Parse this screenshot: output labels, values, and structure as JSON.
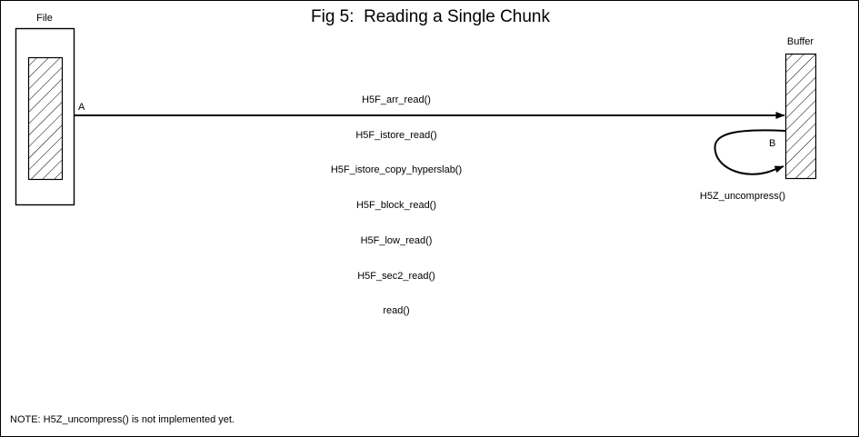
{
  "figure": {
    "title": "Fig 5:  Reading a Single Chunk",
    "note": "NOTE: H5Z_uncompress() is not implemented yet.",
    "background_color": "#ffffff",
    "line_color": "#000000"
  },
  "file_box": {
    "label": "File"
  },
  "buffer_box": {
    "label": "Buffer"
  },
  "arrows": {
    "main": {
      "label": "A",
      "direction": "file-to-buffer"
    },
    "loop": {
      "label": "B",
      "caption": "H5Z_uncompress()",
      "direction": "buffer-to-buffer"
    }
  },
  "call_stack": [
    "H5F_arr_read()",
    "H5F_istore_read()",
    "H5F_istore_copy_hyperslab()",
    "H5F_block_read()",
    "H5F_low_read()",
    "H5F_sec2_read()",
    "read()"
  ]
}
